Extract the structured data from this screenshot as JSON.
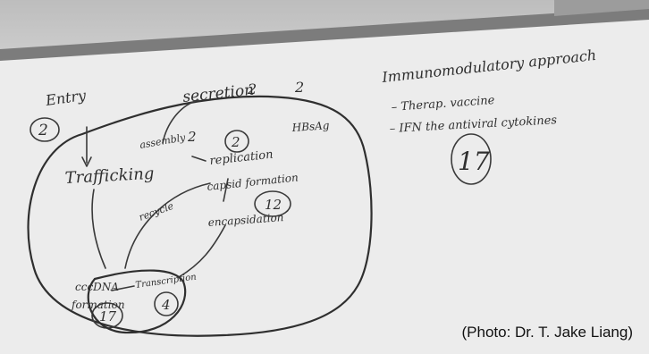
{
  "photo": {
    "left_diagram": {
      "entry": {
        "label": "Entry",
        "count": "2"
      },
      "secretion": {
        "label": "secretion",
        "count": "2"
      },
      "star_count": "2",
      "hbsag": "HBsAg",
      "assembly": {
        "label": "assembly",
        "count": "2"
      },
      "replication": {
        "label": "replication",
        "count": "2"
      },
      "trafficking": "Trafficking",
      "capsid_formation": "capsid formation",
      "capsid_count": "12",
      "encapsidation": "encapsidation",
      "recycle": "recycle",
      "cccdna_line1": "cccDNA",
      "cccdna_line2": "formation",
      "cccdna_count": "17",
      "transcription": "Transcription",
      "transcription_count": "4"
    },
    "right_notes": {
      "heading": "Immunomodulatory approach",
      "bullet1": "– Therap. vaccine",
      "bullet2": "– IFN the antiviral cytokines",
      "circled_count": "17"
    },
    "credit": "(Photo: Dr. T. Jake Liang)"
  }
}
